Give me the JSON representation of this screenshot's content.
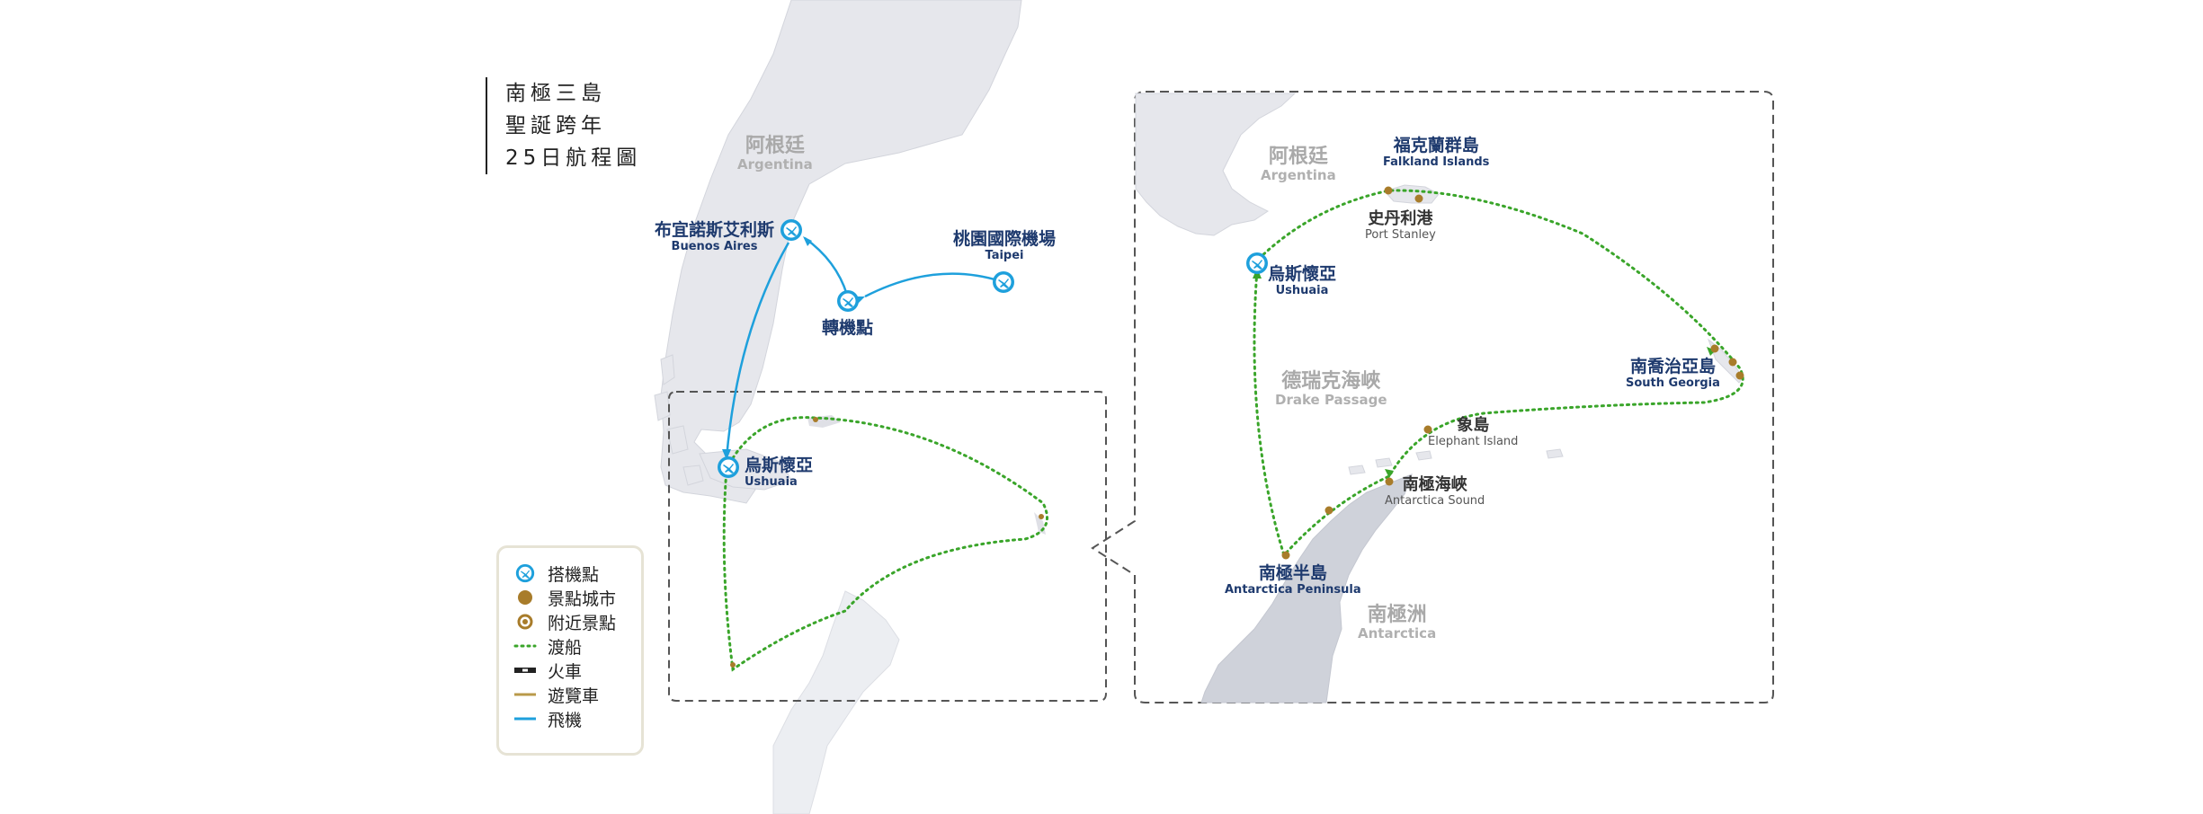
{
  "title": {
    "lines": [
      "南極三島",
      "聖誕跨年",
      "25日航程圖"
    ]
  },
  "regions": {
    "argentina_main": {
      "zh": "阿根廷",
      "en": "Argentina"
    },
    "argentina_inset": {
      "zh": "阿根廷",
      "en": "Argentina"
    },
    "drake": {
      "zh": "德瑞克海峽",
      "en": "Drake Passage"
    },
    "antarctica": {
      "zh": "南極洲",
      "en": "Antarctica"
    }
  },
  "cities": {
    "buenos_aires": {
      "zh": "布宜諾斯艾利斯",
      "en": "Buenos Aires"
    },
    "taipei": {
      "zh": "桃園國際機場",
      "en": "Taipei"
    },
    "transfer": {
      "zh": "轉機點"
    },
    "ushuaia_main": {
      "zh": "烏斯懷亞",
      "en": "Ushuaia"
    },
    "ushuaia_inset": {
      "zh": "烏斯懷亞",
      "en": "Ushuaia"
    },
    "falkland": {
      "zh": "福克蘭群島",
      "en": "Falkland Islands"
    },
    "south_georgia": {
      "zh": "南喬治亞島",
      "en": "South Georgia"
    },
    "antarctic_peninsula": {
      "zh": "南極半島",
      "en": "Antarctica Peninsula"
    }
  },
  "spots": {
    "port_stanley": {
      "zh": "史丹利港",
      "en": "Port Stanley"
    },
    "elephant_island": {
      "zh": "象島",
      "en": "Elephant Island"
    },
    "antarctic_sound": {
      "zh": "南極海峽",
      "en": "Antarctica Sound"
    }
  },
  "legend": {
    "items": [
      {
        "label": "搭機點",
        "icon": "airport-icon"
      },
      {
        "label": "景點城市",
        "icon": "attraction-city-icon"
      },
      {
        "label": "附近景點",
        "icon": "nearby-spot-icon"
      },
      {
        "label": "渡船",
        "icon": "ferry-line-icon"
      },
      {
        "label": "火車",
        "icon": "train-line-icon"
      },
      {
        "label": "遊覽車",
        "icon": "coach-line-icon"
      },
      {
        "label": "飛機",
        "icon": "flight-line-icon"
      }
    ]
  },
  "colors": {
    "flight": "#1ea0dc",
    "ferry": "#3aa52a",
    "spot": "#a87c2a",
    "city_text": "#1e3a6e",
    "land": "#e6e7ec",
    "antarctica_land": "#cfd2da",
    "frame": "#555555",
    "legend_border": "#e6e3d5",
    "coach": "#b99a4a"
  }
}
